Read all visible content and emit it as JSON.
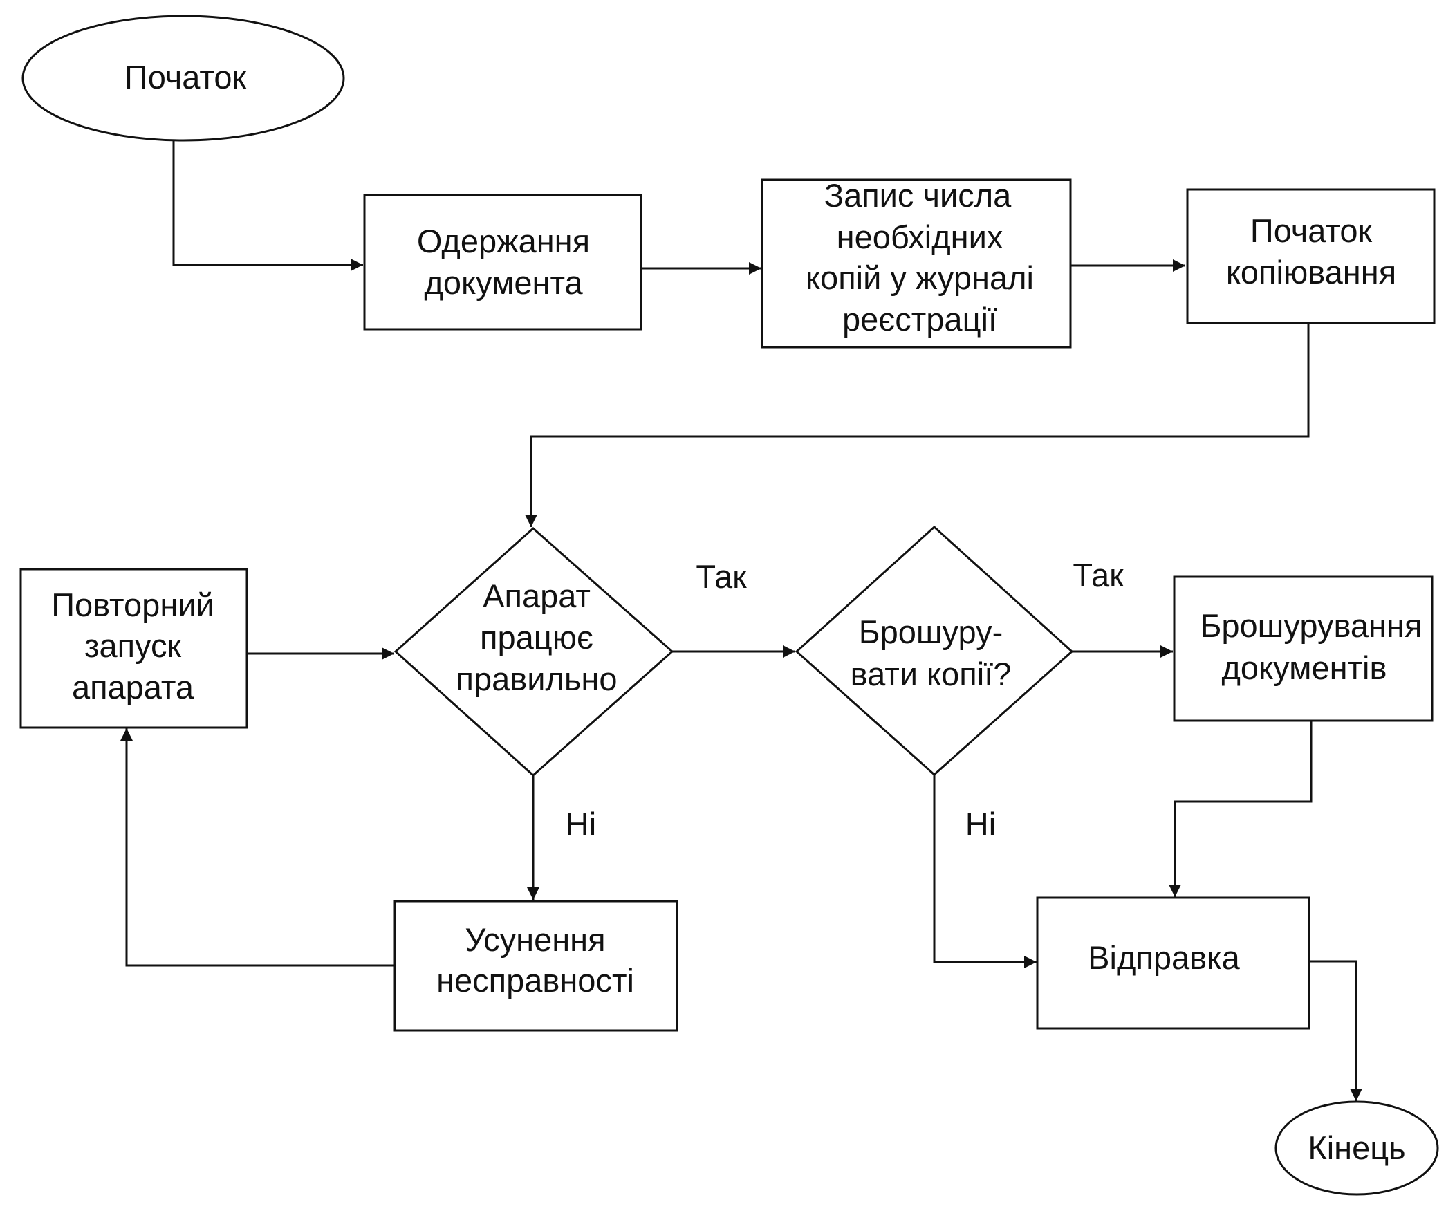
{
  "nodes": {
    "start": {
      "label": "Початок"
    },
    "receive_document": {
      "line1": "Одержання",
      "line2": "документа"
    },
    "record_copies": {
      "line1": "Запис числа",
      "line2": "необхідних",
      "line3": "копій у журналі",
      "line4": "реєстрації"
    },
    "start_copying": {
      "line1": "Початок",
      "line2": "копіювання"
    },
    "restart_machine": {
      "line1": "Повторний",
      "line2": "запуск",
      "line3": "апарата"
    },
    "machine_ok": {
      "line1": "Апарат",
      "line2": "працює",
      "line3": "правильно"
    },
    "bind_copies": {
      "line1": "Брошуру-",
      "line2": "вати копії?"
    },
    "binding": {
      "line1": "Брошурування",
      "line2": "документів"
    },
    "fix_fault": {
      "line1": "Усунення",
      "line2": "несправності"
    },
    "dispatch": {
      "label": "Відправка"
    },
    "end": {
      "label": "Кінець"
    }
  },
  "edge_labels": {
    "machine_ok_yes": "Так",
    "machine_ok_no": "Ні",
    "bind_yes": "Так",
    "bind_no": "Ні"
  }
}
